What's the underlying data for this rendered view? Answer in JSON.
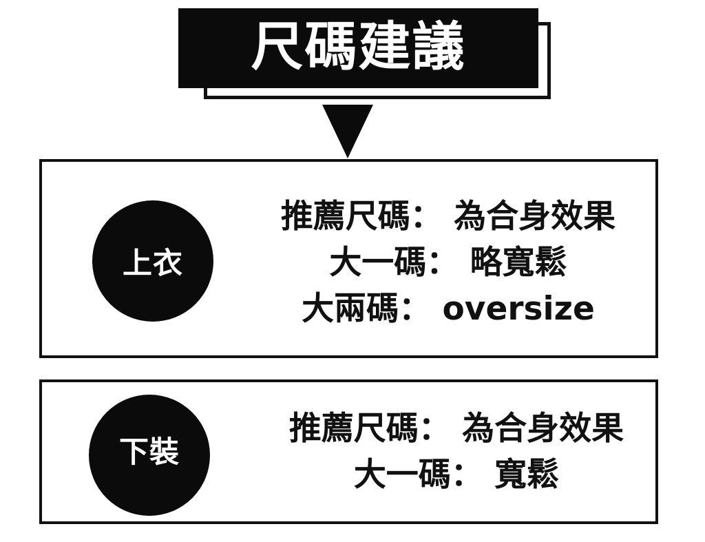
{
  "header": {
    "title": "尺碼建議",
    "arrow": "down-triangle"
  },
  "sections": [
    {
      "badge": "上衣",
      "lines": [
        "推薦尺碼： 為合身效果",
        "大一碼： 略寬鬆",
        "大兩碼： oversize"
      ]
    },
    {
      "badge": "下裝",
      "lines": [
        "推薦尺碼： 為合身效果",
        "大一碼： 寬鬆"
      ]
    }
  ],
  "colors": {
    "ink": "#0b0b0b",
    "background": "#ffffff",
    "text_on_dark": "#ffffff"
  }
}
